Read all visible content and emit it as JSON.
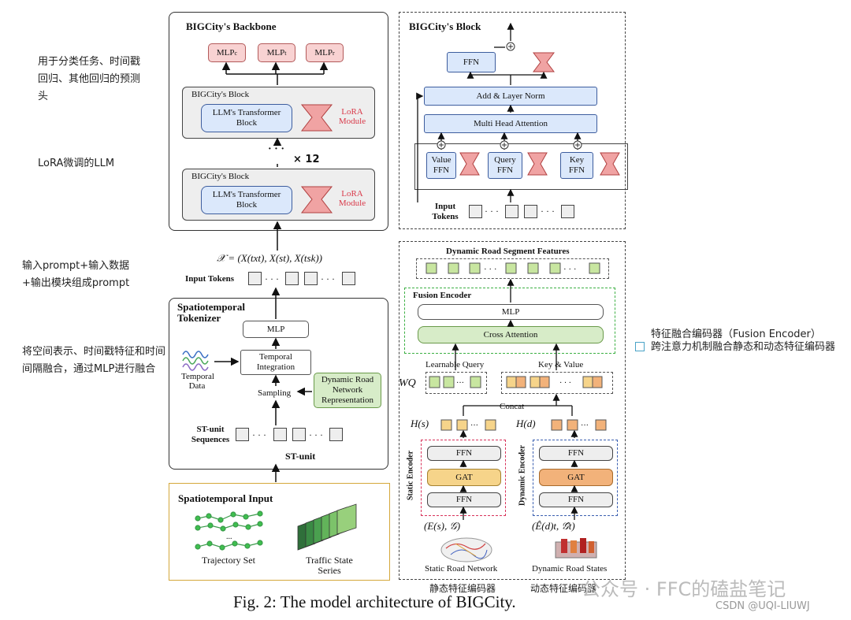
{
  "notes": {
    "mlp_heads": "用于分类任务、时间戳回归、其他回归的预测头",
    "lora_llm": "LoRA微调的LLM",
    "prompt": "输入prompt+输入数据+输出模块组成prompt",
    "fusion": "将空间表示、时间戳特征和时间间隔融合，通过MLP进行融合",
    "fusion_encoder_1": "特征融合编码器（Fusion Encoder）",
    "fusion_encoder_2": "跨注意力机制融合静态和动态特征编码器",
    "static_encoder_cn": "静态特征编码器",
    "dynamic_encoder_cn": "动态特征编码器"
  },
  "backbone": {
    "title": "BIGCity's Backbone",
    "mlp_c": "MLPc",
    "mlp_t": "MLPt",
    "mlp_r": "MLPr",
    "block_title": "BIGCity's Block",
    "llm": "LLM's Transformer Block",
    "lora": "LoRA Module",
    "repeat": "× 12",
    "ellipsis": "· · ·"
  },
  "prompt": {
    "formula": "𝒳 = (X(txt), X(st), X(tsk))",
    "input_tokens": "Input Tokens"
  },
  "tokenizer": {
    "title": "Spatiotemporal Tokenizer",
    "mlp": "MLP",
    "temporal_integration": "Temporal Integration",
    "temporal_data": "Temporal Data",
    "sampling": "Sampling",
    "dynamic_repr": "Dynamic Road Network Representation",
    "st_unit_sequences": "ST-unit Sequences",
    "st_unit": "ST-unit"
  },
  "input_panel": {
    "title": "Spatiotemporal Input",
    "trajectory": "Trajectory Set",
    "traffic": "Traffic State Series",
    "dots": "..."
  },
  "block_detail": {
    "title": "BIGCity's Block",
    "ffn": "FFN",
    "add_norm": "Add & Layer Norm",
    "mha": "Multi Head Attention",
    "value_ffn": "Value FFN",
    "query_ffn": "Query FFN",
    "key_ffn": "Key FFN",
    "input_tokens": "Input Tokens"
  },
  "road": {
    "features_title": "Dynamic Road Segment Features",
    "fusion_title": "Fusion Encoder",
    "mlp": "MLP",
    "cross_attention": "Cross Attention",
    "learnable_query": "Learnable Query",
    "key_value": "Key & Value",
    "wq": "WQ",
    "concat": "Concat",
    "hs": "H(s)",
    "hd": "H(d)",
    "ffn": "FFN",
    "gat": "GAT",
    "static_encoder": "Static Encoder",
    "dynamic_encoder": "Dynamic Encoder",
    "static_input": "(E(s), 𝒢)",
    "dynamic_input": "(Ê(d)t, 𝒢̂t)",
    "static_network": "Static Road Network",
    "dynamic_states": "Dynamic Road States"
  },
  "caption": "Fig. 2: The model architecture of BIGCity.",
  "watermark": {
    "main": "公众号 · FFC的磕盐笔记",
    "csdn": "CSDN @UQI-LIUWJ"
  },
  "colors": {
    "llm_blue": "#dbe8fb",
    "mlp_pink": "#f8d2d2",
    "lora_red": "#d93a4a",
    "fusion_green": "#3cb043",
    "input_gold": "#d4a73a",
    "static_red": "#d8325a",
    "dynamic_blue": "#3a5fb0"
  }
}
